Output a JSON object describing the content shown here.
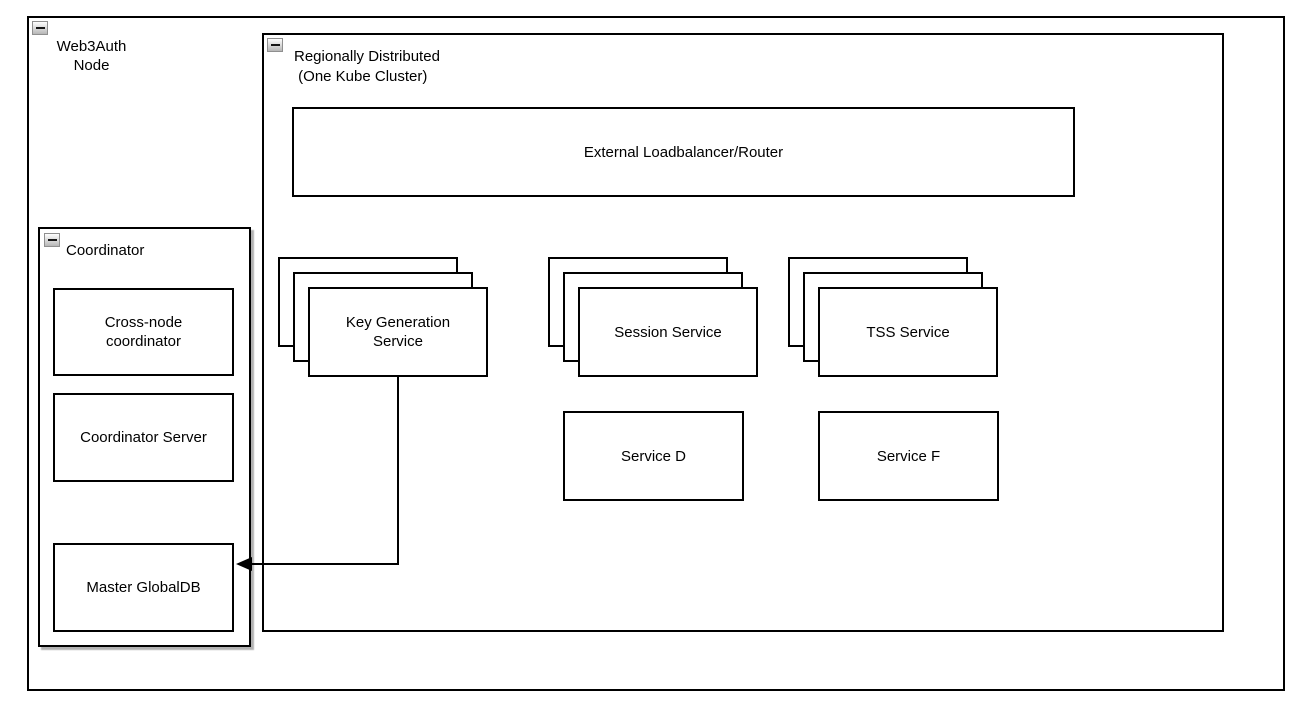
{
  "colors": {
    "background": "#ffffff",
    "box_border": "#000000",
    "box_fill": "#ffffff",
    "text": "#000000",
    "shadow": "rgba(0,0,0,0.30)"
  },
  "web3auth_node": {
    "title": "Web3Auth\nNode",
    "collapse_icon": "minus",
    "regionally_distributed": {
      "title": "Regionally Distributed\n (One Kube Cluster)",
      "collapse_icon": "minus",
      "loadbalancer_label": "External Loadbalancer/Router",
      "service_stacks": [
        {
          "label": "Key Generation\nService",
          "replicas_shown": 3
        },
        {
          "label": "Session Service",
          "replicas_shown": 3
        },
        {
          "label": "TSS Service",
          "replicas_shown": 3
        }
      ],
      "services": [
        {
          "label": "Service D"
        },
        {
          "label": "Service F"
        }
      ]
    },
    "coordinator": {
      "title": "Coordinator",
      "collapse_icon": "minus",
      "components": [
        {
          "label": "Cross-node\ncoordinator"
        },
        {
          "label": "Coordinator Server"
        },
        {
          "label": "Master GlobalDB"
        }
      ]
    },
    "connections": [
      {
        "from": "Key Generation Service",
        "to": "Master GlobalDB",
        "style": "solid",
        "arrowhead": "filled-left"
      }
    ]
  }
}
